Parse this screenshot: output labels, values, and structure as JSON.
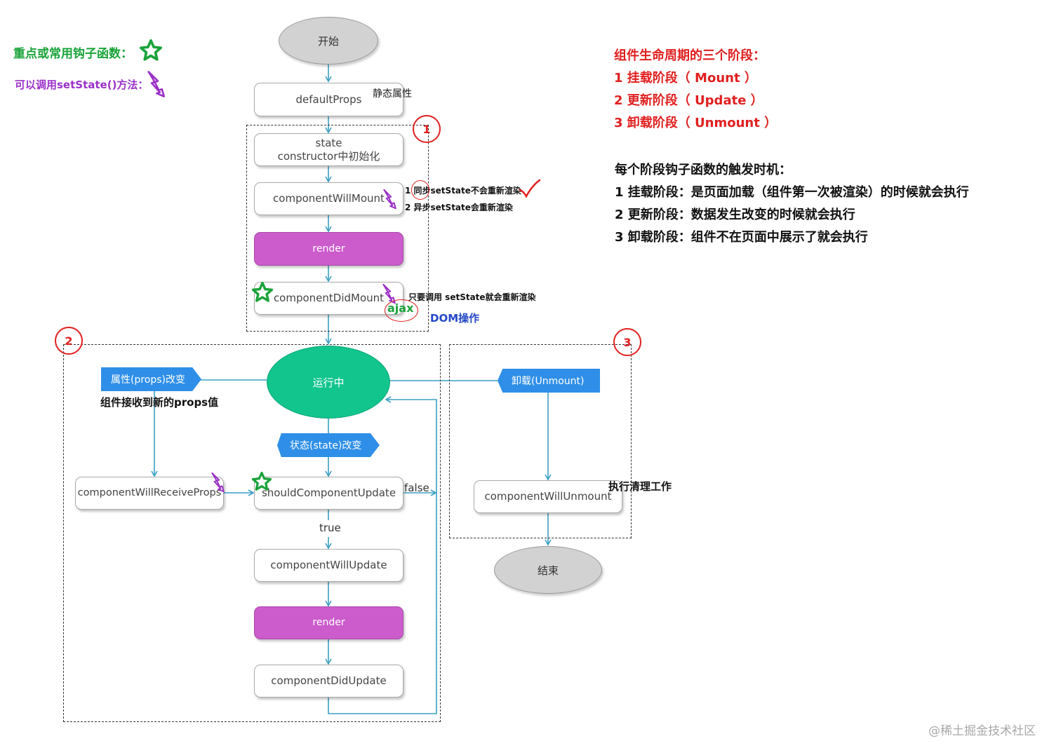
{
  "legend": {
    "key_hooks": "重点或常用钩子函数：",
    "can_setstate": "可以调用setState()方法："
  },
  "nodes": {
    "start": "开始",
    "default_props": "defaultProps",
    "default_props_note": "静态属性",
    "state": "state",
    "constructor": "constructor中初始化",
    "will_mount": "componentWillMount",
    "render1": "render",
    "did_mount": "componentDidMount",
    "running": "运行中",
    "props_change": "属性(props)改变",
    "props_change_note": "组件接收到新的props值",
    "state_change": "状态(state)改变",
    "will_receive_props": "componentWillReceiveProps",
    "should_update": "shouldComponentUpdate",
    "false_label": "false",
    "true_label": "true",
    "will_update": "componentWillUpdate",
    "render2": "render",
    "did_update": "componentDidUpdate",
    "unmount": "卸载(Unmount)",
    "will_unmount": "componentWillUnmount",
    "cleanup_note": "执行清理工作",
    "end": "结束"
  },
  "annotations": {
    "will_mount_1": "1 同步setState不会重新渲染",
    "will_mount_2": "2 异步setState会重新渲染",
    "did_mount_note": "只要调用 setState就会重新渲染",
    "ajax": "ajax",
    "dom": "DOM操作"
  },
  "phase_markers": [
    "1",
    "2",
    "3"
  ],
  "right_panel": {
    "title": "组件生命周期的三个阶段：",
    "phases": [
      "1 挂载阶段（ Mount ）",
      "2 更新阶段（ Update ）",
      "3 卸载阶段（ Unmount ）"
    ],
    "trigger_title": "每个阶段钩子函数的触发时机：",
    "triggers": [
      "1 挂载阶段：是页面加载（组件第一次被渲染）的时候就会执行",
      "2 更新阶段：数据发生改变的时候就会执行",
      "3 卸载阶段：组件不在页面中展示了就会执行"
    ]
  },
  "watermark": "@稀土掘金技术社区",
  "colors": {
    "arrow": "#3a9fc4",
    "render": "#cc5ccc",
    "running": "#11c58d",
    "tag": "#2f8fe8",
    "red": "#e01f1f",
    "star": "#1aa33a",
    "bolt": "#9b30c8"
  },
  "icons": [
    "star-icon",
    "lightning-icon",
    "checkmark-icon"
  ]
}
